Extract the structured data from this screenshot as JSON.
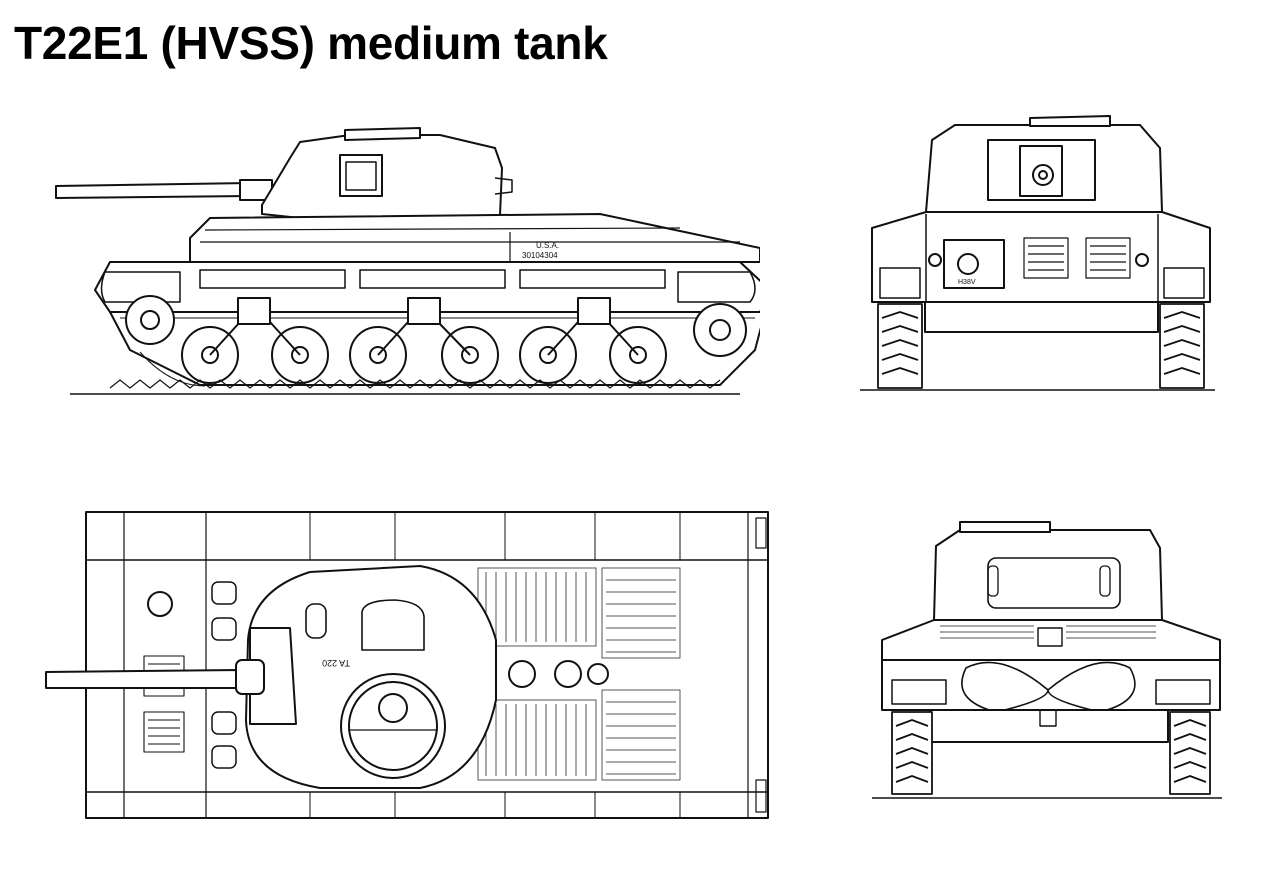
{
  "title": "T22E1 (HVSS) medium tank",
  "side_view": {
    "marking_line1": "U.S.A.",
    "marking_line2": "30104304"
  },
  "front_view": {
    "plate_text": "H38V"
  },
  "top_view": {
    "turret_marking": "TA 220"
  },
  "colors": {
    "ink": "#111111",
    "paper": "#ffffff",
    "hatch": "#555555"
  }
}
